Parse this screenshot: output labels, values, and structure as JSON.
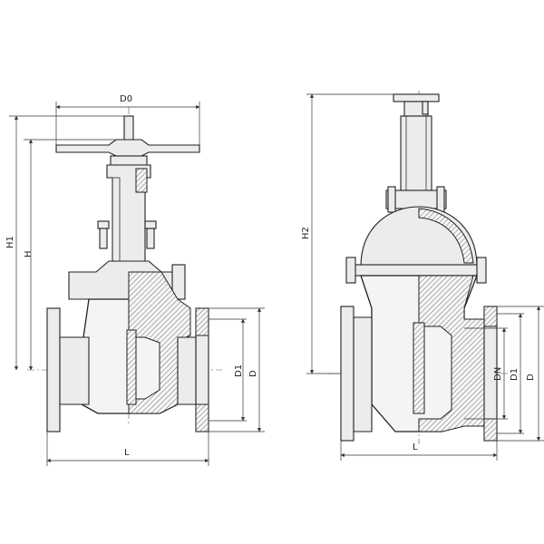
{
  "labels": {
    "left_d0": "D0",
    "left_h1": "H1",
    "left_h": "H",
    "left_d1": "D1",
    "left_d": "D",
    "left_l": "L",
    "right_h2": "H2",
    "right_dn": "DN",
    "right_d1": "D1",
    "right_d": "D",
    "right_l": "L"
  }
}
